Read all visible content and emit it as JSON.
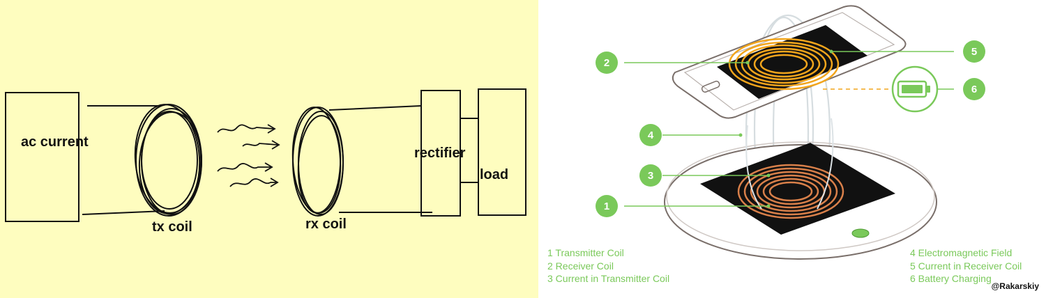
{
  "sketch": {
    "ac_current": "ac current",
    "tx_coil": "tx coil",
    "rx_coil": "rx coil",
    "rectifier": "rectifier",
    "load": "load"
  },
  "illustration": {
    "badges": [
      "1",
      "2",
      "3",
      "4",
      "5",
      "6"
    ],
    "legend_left": [
      "1 Transmitter Coil",
      "2 Receiver Coil",
      "3 Current in Transmitter Coil"
    ],
    "legend_right": [
      "4 Electromagnetic Field",
      "5 Current in Receiver Coil",
      "6 Battery Charging"
    ],
    "accent_color": "#7ac95a",
    "receiver_coil_color": "#f2a51c",
    "transmitter_coil_color": "#d9804a",
    "icons": [
      "battery-icon"
    ]
  },
  "credit": "@Rakarskiy"
}
